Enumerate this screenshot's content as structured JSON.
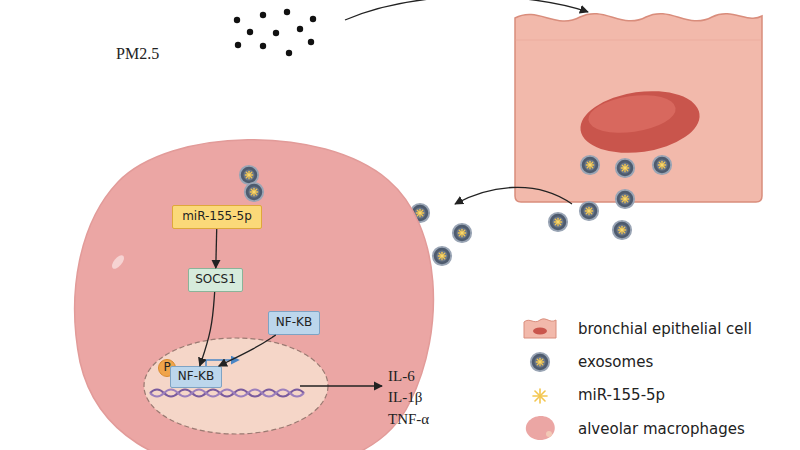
{
  "diagram": {
    "nodes": [
      {
        "text": [
          "miR-155-5p"
        ]
      },
      {
        "text": [
          "SOCS1"
        ]
      },
      {
        "text": [
          "NF-KB"
        ]
      },
      {
        "text": [
          "P"
        ]
      },
      {
        "text": [
          "NF-KB"
        ]
      }
    ],
    "edges": [
      {
        "from": 0,
        "to": 1,
        "arrow": "to"
      },
      {
        "from": 1,
        "to": 4,
        "arrow": "to"
      },
      {
        "from": 2,
        "to": 4,
        "arrow": "to"
      }
    ],
    "labels": [
      "PM2.5",
      "IL-6",
      "IL-1β",
      "TNF-α"
    ],
    "legend": [
      {
        "text": "bronchial epithelial cell"
      },
      {
        "text": "exosomes"
      },
      {
        "text": "miR-155-5p"
      },
      {
        "text": "alveolar macrophages"
      }
    ]
  }
}
